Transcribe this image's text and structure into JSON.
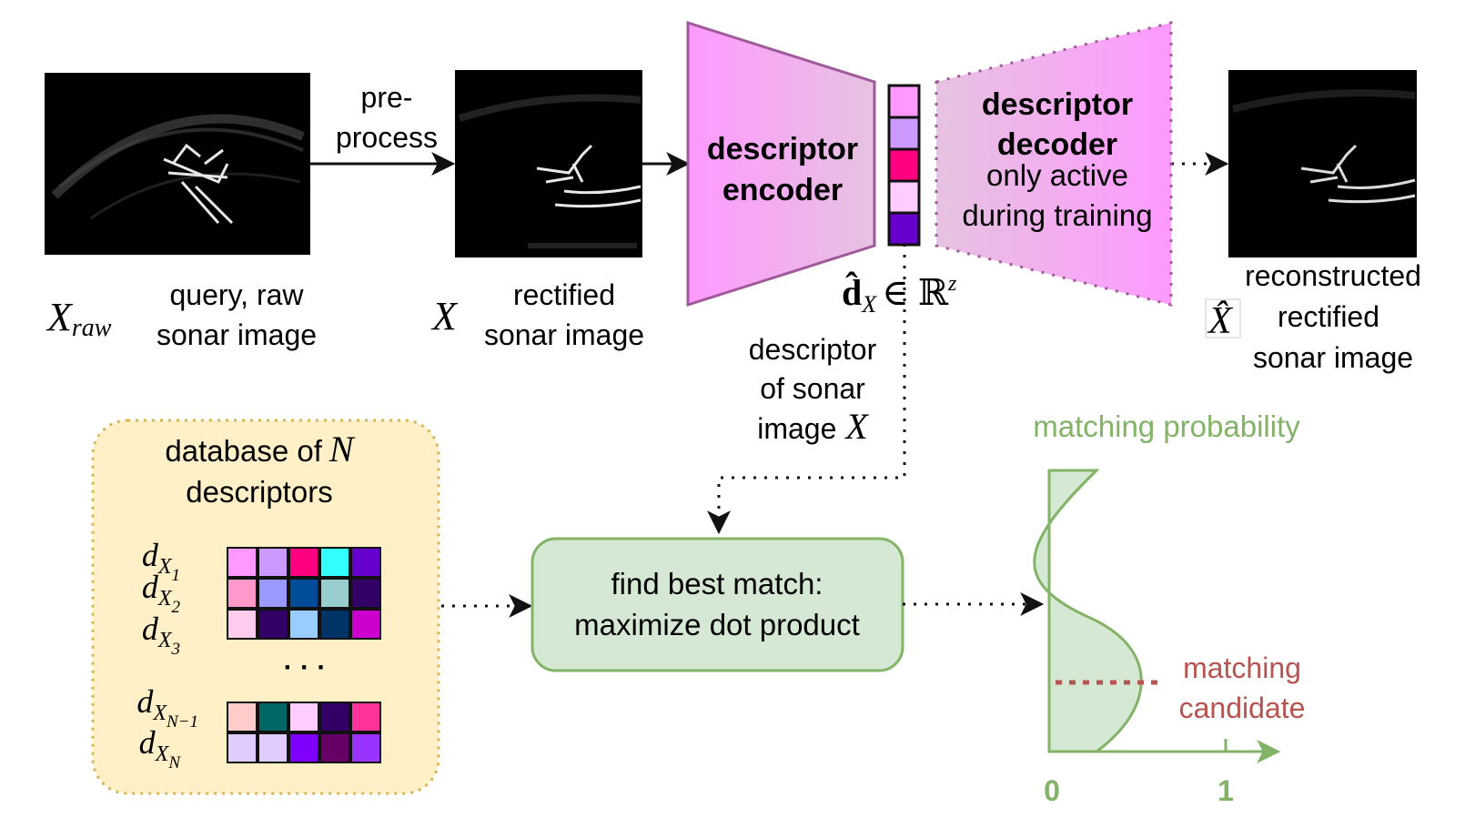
{
  "pipeline": {
    "preprocess_line1": "pre-",
    "preprocess_line2": "process",
    "raw_symbol": "X",
    "raw_subscript": "raw",
    "raw_caption_line1": "query, raw",
    "raw_caption_line2": "sonar image",
    "rect_symbol": "X",
    "rect_caption_line1": "rectified",
    "rect_caption_line2": "sonar image",
    "encoder_line1": "descriptor",
    "encoder_line2": "encoder",
    "decoder_line1": "descriptor",
    "decoder_line2": "decoder",
    "decoder_note_line1": "only active",
    "decoder_note_line2": "during training",
    "recon_symbol": "X̂",
    "recon_caption_line1": "reconstructed",
    "recon_caption_line2": "rectified",
    "recon_caption_line3": "sonar image",
    "descriptor_formula_symbol": "d̂",
    "descriptor_formula_subscript": "X",
    "descriptor_formula_in": "∈ ℝ",
    "descriptor_formula_sup": "z",
    "descriptor_caption_line1": "descriptor",
    "descriptor_caption_line2": "of sonar",
    "descriptor_caption_line3": "image",
    "descriptor_caption_symbol": "X",
    "descriptor_colors": [
      "#ff99ff",
      "#cc99ff",
      "#ff0080",
      "#ffccff",
      "#6600cc"
    ]
  },
  "database": {
    "title_prefix": "database of",
    "title_symbol": "N",
    "title_line2": "descriptors",
    "labels": [
      {
        "base": "d",
        "sub": "X",
        "subsub": "1"
      },
      {
        "base": "d",
        "sub": "X",
        "subsub": "2"
      },
      {
        "base": "d",
        "sub": "X",
        "subsub": "3"
      },
      {
        "base": "d",
        "sub": "X",
        "subsub": "N−1"
      },
      {
        "base": "d",
        "sub": "X",
        "subsub": "N"
      }
    ],
    "ellipsis": "· · ·",
    "grid_top": [
      [
        "#ff99ff",
        "#cc99ff",
        "#ff0080",
        "#33ffff",
        "#6600cc"
      ],
      [
        "#ff99cc",
        "#9999ff",
        "#004c99",
        "#99cccc",
        "#330066"
      ],
      [
        "#ffccee",
        "#330066",
        "#99ccff",
        "#003366",
        "#cc00cc"
      ]
    ],
    "grid_bottom": [
      [
        "#ffcccc",
        "#006666",
        "#ffccff",
        "#330066",
        "#ff3399"
      ],
      [
        "#e0ccff",
        "#e0ccff",
        "#8000ff",
        "#660066",
        "#9933ff"
      ]
    ]
  },
  "matcher": {
    "line1": "find best match:",
    "line2": "maximize dot product"
  },
  "probability": {
    "title": "matching probability",
    "candidate_line1": "matching",
    "candidate_line2": "candidate",
    "tick_0": "0",
    "tick_1": "1"
  },
  "colors": {
    "arrow": "#111111",
    "encoder_fill_left": "#ff99ff",
    "encoder_fill_right": "#e6c3e0",
    "encoder_stroke": "#a05a9a",
    "db_fill": "#fff0c8",
    "db_stroke": "#d6b656",
    "matcher_fill": "#d5e8d4",
    "matcher_stroke": "#82b366",
    "prob_green": "#82b366",
    "prob_fill": "#d5e8d4",
    "candidate_red": "#b85450"
  }
}
